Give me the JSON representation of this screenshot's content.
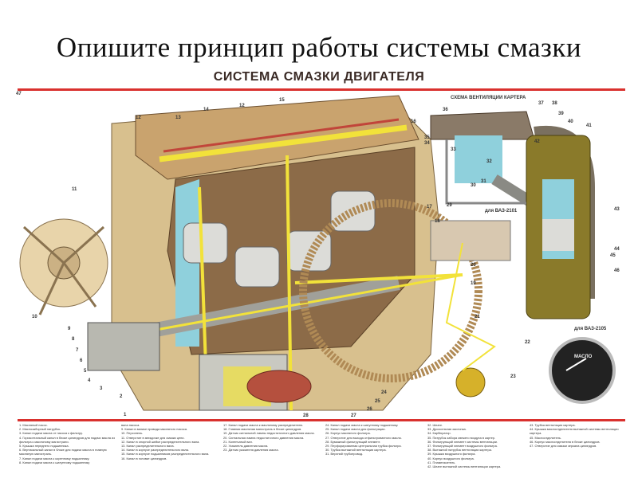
{
  "slide": {
    "title": "Опишите принцип работы системы смазки"
  },
  "poster": {
    "title": "СИСТЕМА СМАЗКИ ДВИГАТЕЛЯ",
    "ventilation_title": "СХЕМА ВЕНТИЛЯЦИИ КАРТЕРА",
    "label_vaz2101": "для ВАЗ-2101",
    "label_vaz2105": "для ВАЗ-2105",
    "gauge_label": "МАСЛО",
    "callouts": [
      "1",
      "2",
      "3",
      "4",
      "5",
      "6",
      "7",
      "8",
      "9",
      "10",
      "11",
      "12",
      "13",
      "14",
      "12",
      "15",
      "16",
      "17",
      "18",
      "19",
      "20",
      "21",
      "22",
      "23",
      "24",
      "25",
      "26",
      "27",
      "28",
      "29",
      "30",
      "31",
      "32",
      "33",
      "34",
      "35",
      "36",
      "37",
      "38",
      "39",
      "40",
      "41",
      "42",
      "43",
      "44",
      "45",
      "46",
      "47"
    ]
  },
  "legend": {
    "columns": [
      [
        "1. Масляный насос.",
        "2. Маслозаборный патрубок.",
        "3. Канал подачи масла от насоса к фильтру.",
        "4. Горизонтальный канал в блоке цилиндров для подачи масла из фильтра к масляному магистрали.",
        "5. Крышка переднего подшипника.",
        "6. Вертикальный канал в блоке для подачи масла в главную масляную магистраль.",
        "7. Канал подачи масла к коренному подшипнику.",
        "8. Канал подачи масла к шатунному подшипнику"
      ],
      [
        "вала насоса.",
        "9. Канал в валике привода масляного насоса.",
        "10. Пер­сонель.",
        "11. Отверстие в звездочке для смазки цепи.",
        "12. Канал в опорной шейке распределительного вала.",
        "13. Канал распределительного вала.",
        "14. Канал в корпусе распределительного вала.",
        "15. Канал в корпусе подшипников распределительного вала.",
        "16. Канал в головке цилиндров."
      ],
      [
        "17. Канал подачи масла к масляному распределителю.",
        "18. Главная масляная магистраль в блоке цилиндров.",
        "19. Датчик сигнальной лампы недостаточного давления масла.",
        "20. Сигнальная лампа недостаточного давления масла.",
        "21. Коленчатый вал.",
        "22. Указатель давления масла.",
        "23. Датчик указателя давления масла."
      ],
      [
        "24. Канал подачи масла к шатунному подшипнику.",
        "25. Канал подачи масла для фильтрации.",
        "26. Корпус масляного фильтра.",
        "27. Отверстие для выхода отфильтрованного масла.",
        "28. Бумажный фильтрующий элемент.",
        "29. Перфорированная центральная трубка фильтра.",
        "30. Трубка вытяжной вентиляции картера.",
        "31. Верхний трубопровод."
      ],
      [
        "32. Шланг.",
        "33. Дроссельная заслонка.",
        "34. Карбюратор.",
        "35. Патрубок забора свежего воздуха в картер.",
        "36. Фильтрующий элемент системы вентиляции.",
        "37. Фильтрующий элемент воздушного фильтра.",
        "38. Вытяжной патрубок вентиляции картера.",
        "39. Крышка воздушного фильтра.",
        "40. Корпус воздушного фильтра.",
        "41. Пламегаситель.",
        "42. Шланг вытяжной системы вентиляции картера."
      ],
      [
        "43. Трубка вентиляции картера.",
        "44. Крышка маслоотделителя вытяжной системы вентиляции картера.",
        "45. Маслоотделитель.",
        "46. Корпус маслоотделителя в блоке цилиндров.",
        "47. Отверстие для смазки зеркала цилиндров."
      ]
    ]
  },
  "colors": {
    "accent_red": "#d9312e",
    "engine_tan": "#d8c08e",
    "oil_yellow": "#f2e23a",
    "cool_blue": "#8fd0dc"
  }
}
